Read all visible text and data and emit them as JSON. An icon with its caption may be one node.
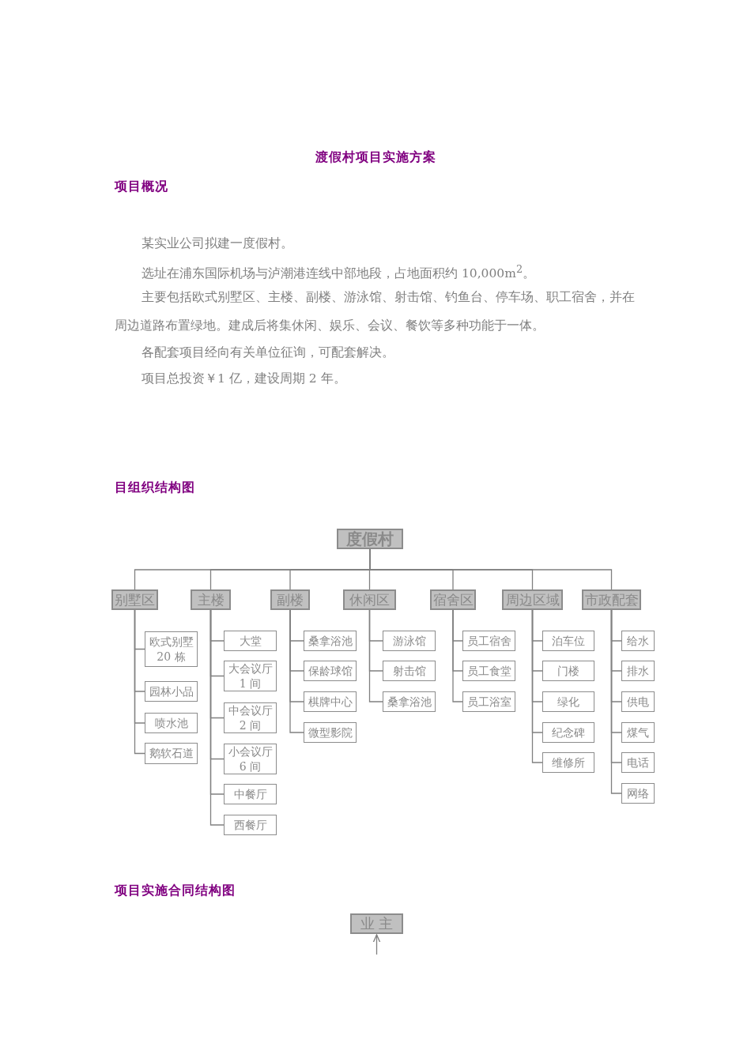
{
  "diagram": {
    "title": "渡假村项目实施方案",
    "nodes": [
      {
        "text": [
          "度假村"
        ]
      },
      {
        "text": [
          "别墅区"
        ]
      },
      {
        "text": [
          "主楼"
        ]
      },
      {
        "text": [
          "副楼"
        ]
      },
      {
        "text": [
          "休闲区"
        ]
      },
      {
        "text": [
          "宿舍区"
        ]
      },
      {
        "text": [
          "周边区域"
        ]
      },
      {
        "text": [
          "市政配套"
        ]
      },
      {
        "text": [
          "欧式别墅 20 栋"
        ]
      },
      {
        "text": [
          "园林小品"
        ]
      },
      {
        "text": [
          "喷水池"
        ]
      },
      {
        "text": [
          "鹅软石道"
        ]
      },
      {
        "text": [
          "大堂"
        ]
      },
      {
        "text": [
          "大会议厅 1 间"
        ]
      },
      {
        "text": [
          "中会议厅 2 间"
        ]
      },
      {
        "text": [
          "小会议厅 6 间"
        ]
      },
      {
        "text": [
          "中餐厅"
        ]
      },
      {
        "text": [
          "西餐厅"
        ]
      },
      {
        "text": [
          "桑拿浴池"
        ]
      },
      {
        "text": [
          "保龄球馆"
        ]
      },
      {
        "text": [
          "棋牌中心"
        ]
      },
      {
        "text": [
          "微型影院"
        ]
      },
      {
        "text": [
          "游泳馆"
        ]
      },
      {
        "text": [
          "射击馆"
        ]
      },
      {
        "text": [
          "桑拿浴池"
        ]
      },
      {
        "text": [
          "员工宿舍"
        ]
      },
      {
        "text": [
          "员工食堂"
        ]
      },
      {
        "text": [
          "员工浴室"
        ]
      },
      {
        "text": [
          "泊车位"
        ]
      },
      {
        "text": [
          "门楼"
        ]
      },
      {
        "text": [
          "绿化"
        ]
      },
      {
        "text": [
          "纪念碑"
        ]
      },
      {
        "text": [
          "维修所"
        ]
      },
      {
        "text": [
          "给水"
        ]
      },
      {
        "text": [
          "排水"
        ]
      },
      {
        "text": [
          "供电"
        ]
      },
      {
        "text": [
          "煤气"
        ]
      },
      {
        "text": [
          "电话"
        ]
      },
      {
        "text": [
          "网络"
        ]
      },
      {
        "text": [
          "业 主"
        ]
      }
    ],
    "edges": [
      {
        "from": 0,
        "to": 1,
        "arrow": "none"
      },
      {
        "from": 0,
        "to": 2,
        "arrow": "none"
      },
      {
        "from": 0,
        "to": 3,
        "arrow": "none"
      },
      {
        "from": 0,
        "to": 4,
        "arrow": "none"
      },
      {
        "from": 0,
        "to": 5,
        "arrow": "none"
      },
      {
        "from": 0,
        "to": 6,
        "arrow": "none"
      },
      {
        "from": 0,
        "to": 7,
        "arrow": "none"
      },
      {
        "from": 1,
        "to": 8,
        "arrow": "none"
      },
      {
        "from": 1,
        "to": 9,
        "arrow": "none"
      },
      {
        "from": 1,
        "to": 10,
        "arrow": "none"
      },
      {
        "from": 1,
        "to": 11,
        "arrow": "none"
      },
      {
        "from": 2,
        "to": 12,
        "arrow": "none"
      },
      {
        "from": 2,
        "to": 13,
        "arrow": "none"
      },
      {
        "from": 2,
        "to": 14,
        "arrow": "none"
      },
      {
        "from": 2,
        "to": 15,
        "arrow": "none"
      },
      {
        "from": 2,
        "to": 16,
        "arrow": "none"
      },
      {
        "from": 2,
        "to": 17,
        "arrow": "none"
      },
      {
        "from": 3,
        "to": 18,
        "arrow": "none"
      },
      {
        "from": 3,
        "to": 19,
        "arrow": "none"
      },
      {
        "from": 3,
        "to": 20,
        "arrow": "none"
      },
      {
        "from": 3,
        "to": 21,
        "arrow": "none"
      },
      {
        "from": 4,
        "to": 22,
        "arrow": "none"
      },
      {
        "from": 4,
        "to": 23,
        "arrow": "none"
      },
      {
        "from": 4,
        "to": 24,
        "arrow": "none"
      },
      {
        "from": 5,
        "to": 25,
        "arrow": "none"
      },
      {
        "from": 5,
        "to": 26,
        "arrow": "none"
      },
      {
        "from": 5,
        "to": 27,
        "arrow": "none"
      },
      {
        "from": 6,
        "to": 28,
        "arrow": "none"
      },
      {
        "from": 6,
        "to": 29,
        "arrow": "none"
      },
      {
        "from": 6,
        "to": 30,
        "arrow": "none"
      },
      {
        "from": 6,
        "to": 31,
        "arrow": "none"
      },
      {
        "from": 6,
        "to": 32,
        "arrow": "none"
      },
      {
        "from": 7,
        "to": 33,
        "arrow": "none"
      },
      {
        "from": 7,
        "to": 34,
        "arrow": "none"
      },
      {
        "from": 7,
        "to": 35,
        "arrow": "none"
      },
      {
        "from": 7,
        "to": 36,
        "arrow": "none"
      },
      {
        "from": 7,
        "to": 37,
        "arrow": "none"
      },
      {
        "from": 7,
        "to": 38,
        "arrow": "none"
      },
      {
        "from": null,
        "to": 39,
        "arrow": "to"
      }
    ],
    "labels": [
      "项目概况",
      "某实业公司拟建一度假村。",
      "选址在浦东国际机场与泸潮港连线中部地段，占地面积约 10,000m$^{2}$。",
      "主要包括欧式别墅区、主楼、副楼、游泳馆、射击馆、钓鱼台、停车场、职工宿舍，并在周边道路布置绿地。建成后将集休闲、娱乐、会议、餐饮等多种功能于一体。",
      "各配套项目经向有关单位征询，可配套解决。",
      "项目总投资￥1 亿，建设周期 2 年。",
      "目组织结构图",
      "项目实施合同结构图"
    ]
  }
}
